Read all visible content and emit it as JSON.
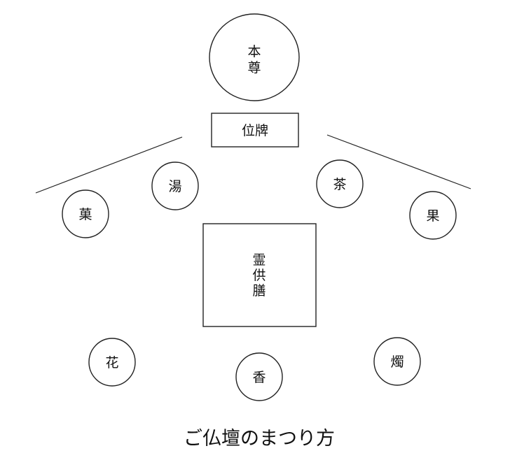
{
  "diagram": {
    "honzon": [
      "本",
      "尊"
    ],
    "ihai": "位牌",
    "kashi": "菓",
    "yu": "湯",
    "cha": "茶",
    "kudamono": "果",
    "ryogu_zen": [
      "霊",
      "供",
      "膳"
    ],
    "hana": "花",
    "ko": "香",
    "shoku": "燭",
    "caption": "ご仏壇のまつり方"
  }
}
